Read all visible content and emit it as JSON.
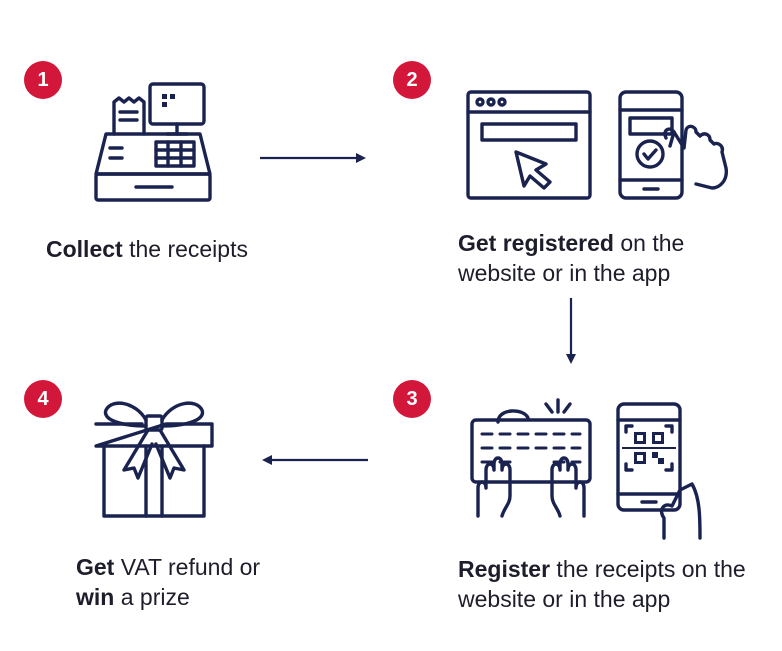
{
  "steps": [
    {
      "number": "1",
      "bold": "Collect",
      "text": " the receipts",
      "icon": "cash-register-icon"
    },
    {
      "number": "2",
      "bold": "Get registered",
      "text": " on the website or in the app",
      "icon": "browser-and-phone-icon"
    },
    {
      "number": "3",
      "bold": "Register",
      "text": " the receipts on the website or in the app",
      "icon": "keyboard-and-qr-phone-icon"
    },
    {
      "number": "4",
      "bold": "Get",
      "text": " VAT refund or ",
      "bold2": "win",
      "text2": " a prize",
      "icon": "gift-icon"
    }
  ],
  "colors": {
    "badge": "#d2173a",
    "icon": "#1a2350",
    "text": "#1d1d2b"
  }
}
